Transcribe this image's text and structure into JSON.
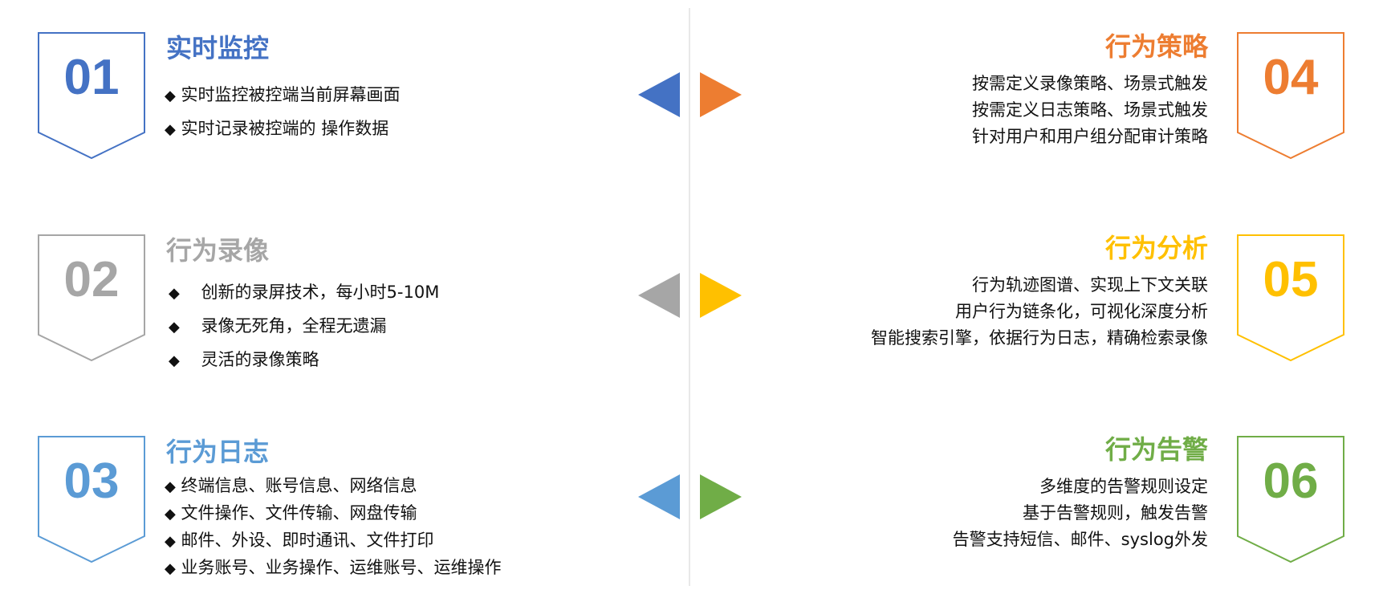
{
  "bullet_glyph": "◆",
  "colors": {
    "blue": "#4472C4",
    "gray": "#A6A6A6",
    "light_blue": "#5B9BD5",
    "orange": "#ED7D31",
    "yellow": "#FFC000",
    "green": "#70AD47"
  },
  "left_items": [
    {
      "number": "01",
      "title": "实时监控",
      "color": "#4472C4",
      "lines": [
        "实时监控被控端当前屏幕画面",
        "实时记录被控端的 操作数据"
      ]
    },
    {
      "number": "02",
      "title": "行为录像",
      "color": "#A6A6A6",
      "lines": [
        "创新的录屏技术，每小时5-10M",
        "录像无死角，全程无遗漏",
        "灵活的录像策略"
      ]
    },
    {
      "number": "03",
      "title": "行为日志",
      "color": "#5B9BD5",
      "lines": [
        "终端信息、账号信息、网络信息",
        "文件操作、文件传输、网盘传输",
        "邮件、外设、即时通讯、文件打印",
        "业务账号、业务操作、运维账号、运维操作"
      ]
    }
  ],
  "right_items": [
    {
      "number": "04",
      "title": "行为策略",
      "color": "#ED7D31",
      "lines": [
        "按需定义录像策略、场景式触发",
        "按需定义日志策略、场景式触发",
        "针对用户和用户组分配审计策略"
      ]
    },
    {
      "number": "05",
      "title": "行为分析",
      "color": "#FFC000",
      "lines": [
        "行为轨迹图谱、实现上下文关联",
        "用户行为链条化，可视化深度分析",
        "智能搜索引擎，依据行为日志，精确检索录像"
      ]
    },
    {
      "number": "06",
      "title": "行为告警",
      "color": "#70AD47",
      "lines": [
        "多维度的告警规则设定",
        "基于告警规则，触发告警",
        "告警支持短信、邮件、syslog外发"
      ]
    }
  ]
}
